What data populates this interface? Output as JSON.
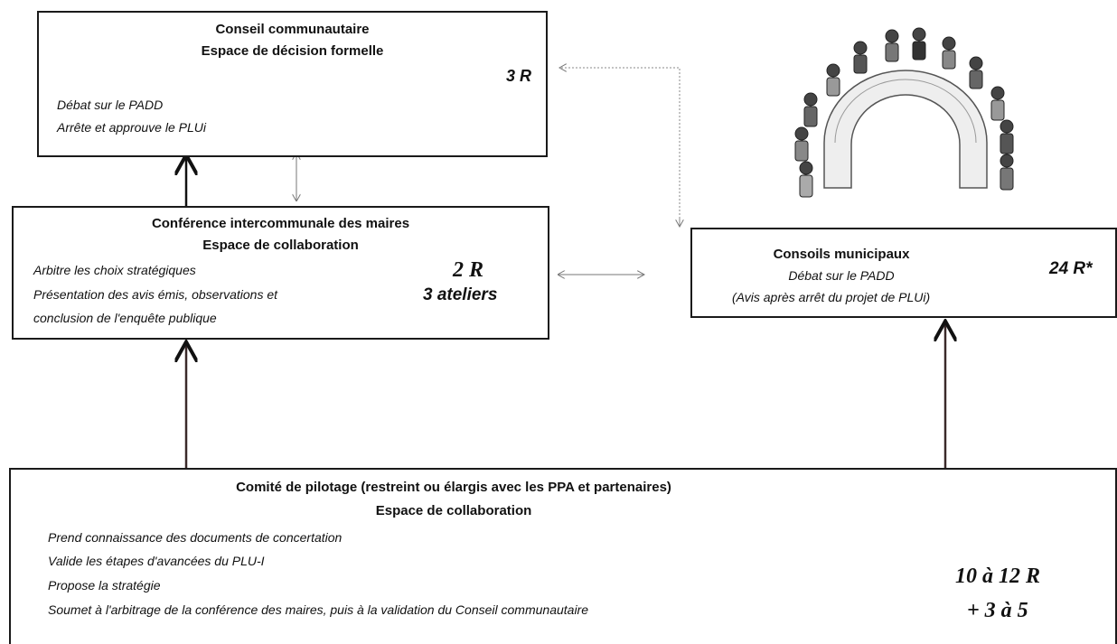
{
  "conseil_communautaire": {
    "title": "Conseil communautaire",
    "subtitle": "Espace de décision formelle",
    "count": "3 R",
    "items": [
      "Débat sur le PADD",
      "Arrête et approuve le PLUi"
    ]
  },
  "conference_maires": {
    "title": "Conférence intercommunale des maires",
    "subtitle": "Espace de collaboration",
    "count": "2 R",
    "count2": "3 ateliers",
    "items": [
      "Arbitre les choix stratégiques",
      "Présentation des avis émis, observations et",
      "conclusion de l'enquête publique"
    ]
  },
  "conseils_municipaux": {
    "title": "Consoils municipaux",
    "subtitle": "Débat sur le PADD",
    "note": "(Avis après arrêt du projet de PLUi)",
    "count": "24 R*"
  },
  "comite_pilotage": {
    "title": "Comité de pilotage (restreint ou élargis avec les PPA et partenaires)",
    "subtitle": "Espace de collaboration",
    "items": [
      "Prend connaissance des documents de concertation",
      "Valide les étapes d'avancées du PLU-I",
      "Propose la stratégie",
      "Soumet à l'arbitrage de la conférence des maires, puis à la validation du Conseil communautaire"
    ],
    "count": "10 à 12 R",
    "count2": "+ 3 à 5"
  },
  "illustration": {
    "icon": "meeting-table-illustration"
  }
}
